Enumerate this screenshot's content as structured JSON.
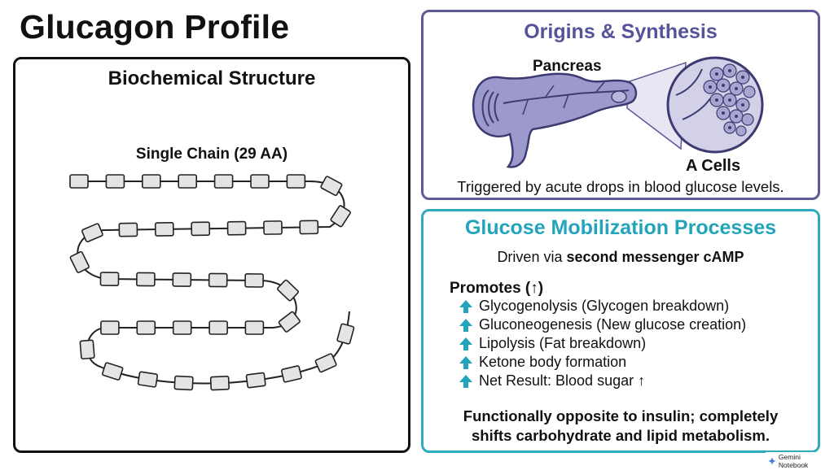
{
  "title": "Glucagon Profile",
  "structure": {
    "heading": "Biochemical Structure",
    "chain_label": "Single Chain (29 AA)",
    "icon": "peptide-chain-diagram"
  },
  "origins": {
    "heading": "Origins & Synthesis",
    "pancreas_label": "Pancreas",
    "cells_label": "A Cells",
    "trigger_text": "Triggered by acute drops in blood glucose levels.",
    "icons": [
      "pancreas-icon",
      "a-cells-magnifier-icon"
    ],
    "color": "#55539a"
  },
  "glucose": {
    "heading": "Glucose Mobilization Processes",
    "driven_prefix": "Driven via ",
    "driven_bold": "second messenger cAMP",
    "promotes_label": "Promotes (↑)",
    "items": [
      "Glycogenolysis (Glycogen breakdown)",
      "Gluconeogenesis (New glucose creation)",
      "Lipolysis (Fat breakdown)",
      "Ketone body formation",
      "Net Result: Blood sugar ↑"
    ],
    "conclusion_line1": "Functionally opposite to insulin; completely",
    "conclusion_line2": "shifts carbohydrate and lipid metabolism.",
    "color": "#22a5bb",
    "item_icon": "up-arrow-icon"
  },
  "badge": {
    "text": "Gemini Notebook",
    "icon": "gemini-icon"
  }
}
